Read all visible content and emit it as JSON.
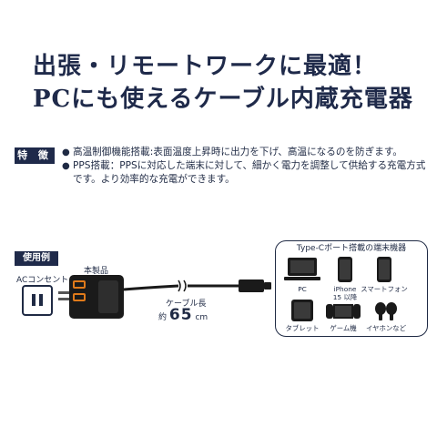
{
  "headline": {
    "line1": "出張・リモートワークに最適！",
    "line2": "PCにも使えるケーブル内蔵充電器"
  },
  "features": {
    "badge": "特 徴",
    "items": [
      "高温制御機能搭載:表面温度上昇時に出力を下げ、高温になるのを防ぎます。",
      "PPS搭載：PPSに対応した端末に対して、細かく電力を調整して供給する充電方式です。より効率的な充電ができます。"
    ]
  },
  "usage": {
    "badge": "使用例",
    "outlet_label": "ACコンセント",
    "product_label": "本製品",
    "cable_label": "ケーブル長",
    "cable_prefix": "約",
    "cable_value": "65",
    "cable_unit": "cm"
  },
  "devices": {
    "title": "Type-Cポート搭載の端末機器",
    "items": [
      {
        "label": "PC",
        "icon": "laptop-icon"
      },
      {
        "label": "iPhone\n15 以降",
        "icon": "iphone-icon"
      },
      {
        "label": "スマートフォン",
        "icon": "smartphone-icon"
      },
      {
        "label": "タブレット",
        "icon": "tablet-icon"
      },
      {
        "label": "ゲーム機",
        "icon": "game-console-icon"
      },
      {
        "label": "イヤホンなど",
        "icon": "earphones-icon"
      }
    ]
  },
  "colors": {
    "navy": "#1f2a4a",
    "port_accent": "#e07a1a",
    "device_dark": "#1a1a1a"
  }
}
